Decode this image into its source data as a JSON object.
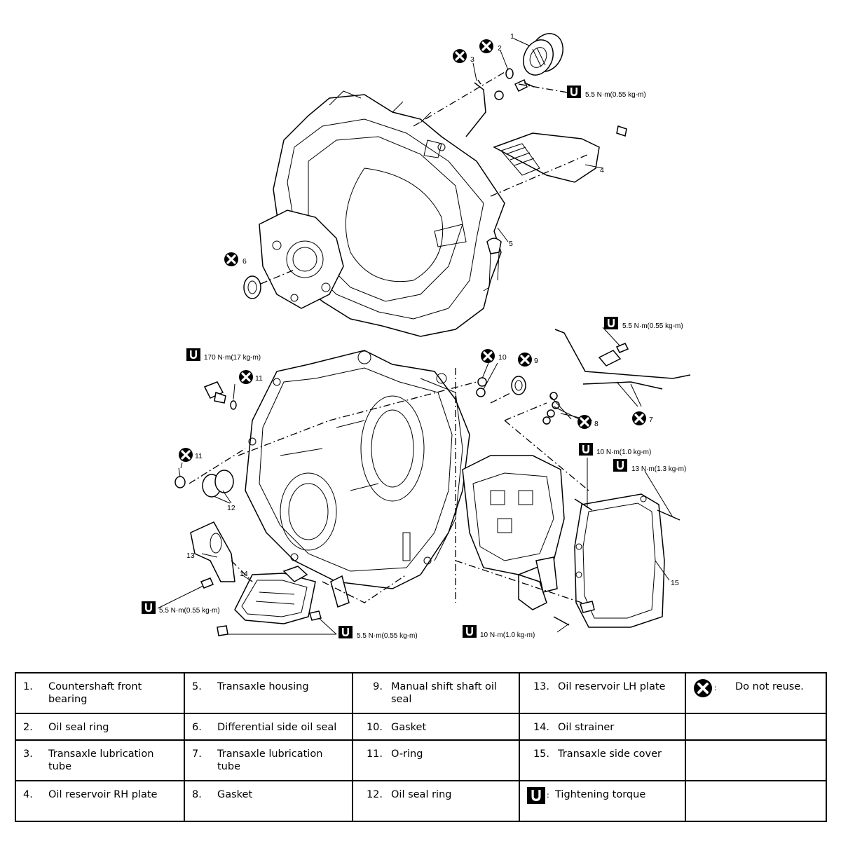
{
  "callouts": {
    "c1": "1",
    "c2": "2",
    "c3": "3",
    "c4": "4",
    "c5": "5",
    "c6": "6",
    "c7": "7",
    "c8": "8",
    "c9": "9",
    "c10": "10",
    "c11a": "11",
    "c11b": "11",
    "c12": "12",
    "c13": "13",
    "c14": "14",
    "c15": "15"
  },
  "torques": {
    "t_top_right": "5.5 N·m(0.55 kg-m)",
    "t_tube7": "5.5 N·m(0.55 kg-m)",
    "t_plug": "170 N·m(17 kg-m)",
    "t_10a": "10 N·m(1.0 kg-m)",
    "t_13": "13 N·m(1.3  kg-m)",
    "t_left": "5.5 N·m(0.55 kg-m)",
    "t_bottom": "5.5 N·m(0.55 kg-m)",
    "t_10b": "10 N·m(1.0 kg-m)"
  },
  "icons": {
    "no_reuse": "do-not-reuse-icon",
    "torque": "tightening-torque-icon"
  },
  "legend": {
    "rows": [
      [
        {
          "n": "1.",
          "t": "Countershaft front bearing"
        },
        {
          "n": "5.",
          "t": "Transaxle housing"
        },
        {
          "n": "9.",
          "t": "Manual shift shaft oil seal"
        },
        {
          "n": "13.",
          "t": "Oil reservoir LH plate"
        },
        {
          "sym": "no_reuse",
          "sep": ":",
          "t": "Do not reuse."
        }
      ],
      [
        {
          "n": "2.",
          "t": "Oil seal ring"
        },
        {
          "n": "6.",
          "t": "Differential side oil seal"
        },
        {
          "n": "10.",
          "t": "Gasket"
        },
        {
          "n": "14.",
          "t": "Oil strainer"
        },
        {}
      ],
      [
        {
          "n": "3.",
          "t": "Transaxle lubrication tube"
        },
        {
          "n": "7.",
          "t": "Transaxle lubrication tube"
        },
        {
          "n": "11.",
          "t": "O-ring"
        },
        {
          "n": "15.",
          "t": "Transaxle side cover"
        },
        {}
      ],
      [
        {
          "n": "4.",
          "t": "Oil reservoir RH plate"
        },
        {
          "n": "8.",
          "t": "Gasket"
        },
        {
          "n": "12.",
          "t": "Oil seal ring"
        },
        {
          "sym": "torque",
          "sep": ":",
          "t": "Tightening torque"
        },
        {}
      ]
    ]
  }
}
